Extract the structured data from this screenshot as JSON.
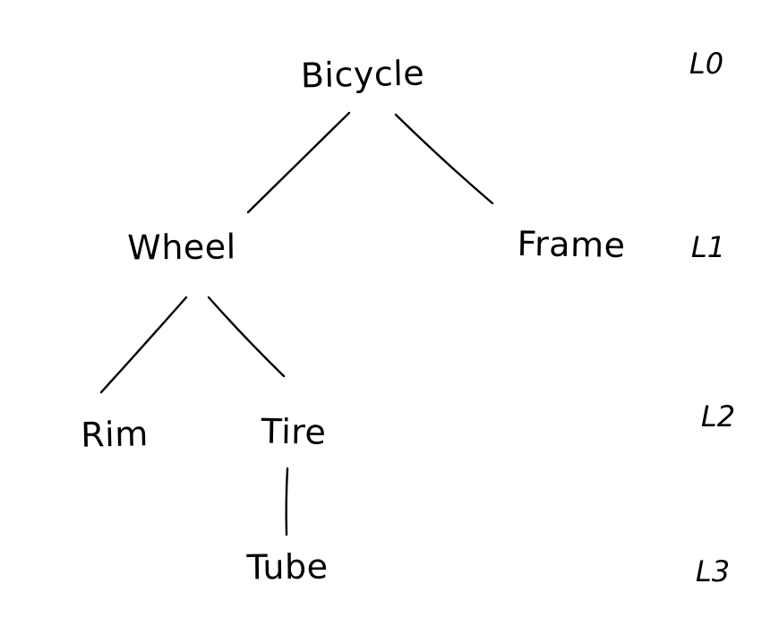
{
  "diagram": {
    "type": "tree",
    "style": "hand-drawn",
    "background_color": "#ffffff",
    "ink_color": "#000000",
    "nodes": [
      {
        "id": "bicycle",
        "label": "Bicycle",
        "level": 0
      },
      {
        "id": "wheel",
        "label": "Wheel",
        "level": 1
      },
      {
        "id": "frame",
        "label": "Frame",
        "level": 1
      },
      {
        "id": "rim",
        "label": "Rim",
        "level": 2
      },
      {
        "id": "tire",
        "label": "Tire",
        "level": 2
      },
      {
        "id": "tube",
        "label": "Tube",
        "level": 3
      }
    ],
    "edges": [
      {
        "from": "bicycle",
        "to": "wheel"
      },
      {
        "from": "bicycle",
        "to": "frame"
      },
      {
        "from": "wheel",
        "to": "rim"
      },
      {
        "from": "wheel",
        "to": "tire"
      },
      {
        "from": "tire",
        "to": "tube"
      }
    ],
    "level_labels": [
      {
        "id": "l0",
        "label": "L0"
      },
      {
        "id": "l1",
        "label": "L1"
      },
      {
        "id": "l2",
        "label": "L2"
      },
      {
        "id": "l3",
        "label": "L3"
      }
    ]
  }
}
